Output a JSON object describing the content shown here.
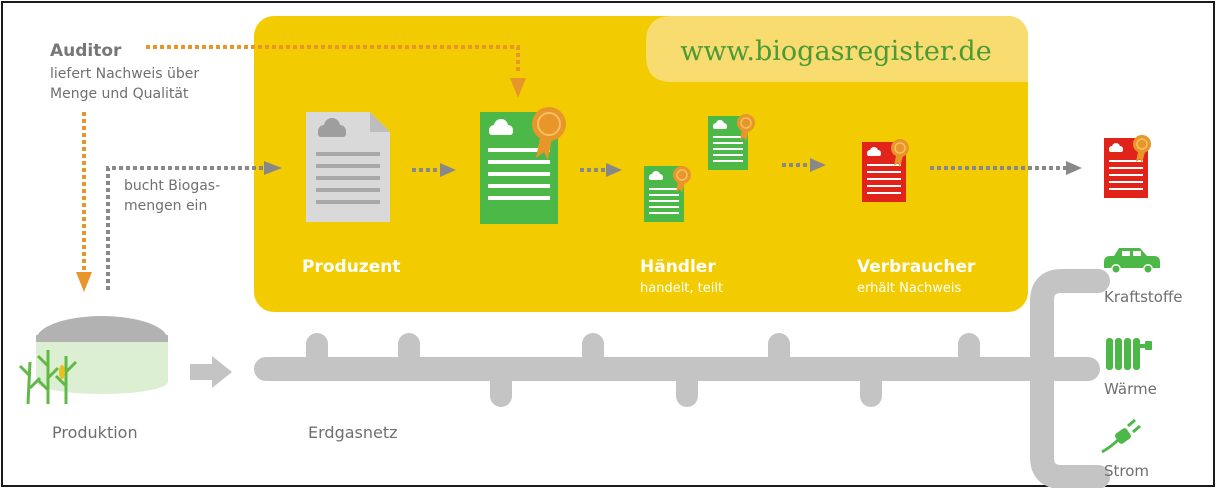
{
  "website": "www.biogasregister.de",
  "auditor": {
    "title": "Auditor",
    "line1": "liefert Nachweis über",
    "line2": "Menge und Qualität"
  },
  "booking": {
    "line1": "bucht Biogas-",
    "line2": "mengen ein"
  },
  "stations": {
    "produzent": "Produzent",
    "haendler": "Händler",
    "haendler_sub": "handelt, teilt",
    "verbraucher": "Verbraucher",
    "verbraucher_sub": "erhält Nachweis"
  },
  "bottom": {
    "produktion": "Produktion",
    "erdgasnetz": "Erdgasnetz"
  },
  "uses": {
    "kraftstoffe": "Kraftstoffe",
    "waerme": "Wärme",
    "strom": "Strom"
  },
  "colors": {
    "panel_yellow": "#f2cc00",
    "banner_yellow": "#f8dc70",
    "certificate_green": "#4cb848",
    "certificate_red": "#e2231a",
    "seal_orange": "#f39a1e",
    "document_gray": "#d9d9d9",
    "pipe_gray": "#c4c4c4",
    "auditor_orange": "#e8962a",
    "arrow_gray": "#888888",
    "text_gray": "#6f6f6f",
    "plant_green": "#62b846"
  },
  "icons": [
    "cloud-icon",
    "seal-icon",
    "car-icon",
    "radiator-icon",
    "plug-icon",
    "plant-icon"
  ]
}
